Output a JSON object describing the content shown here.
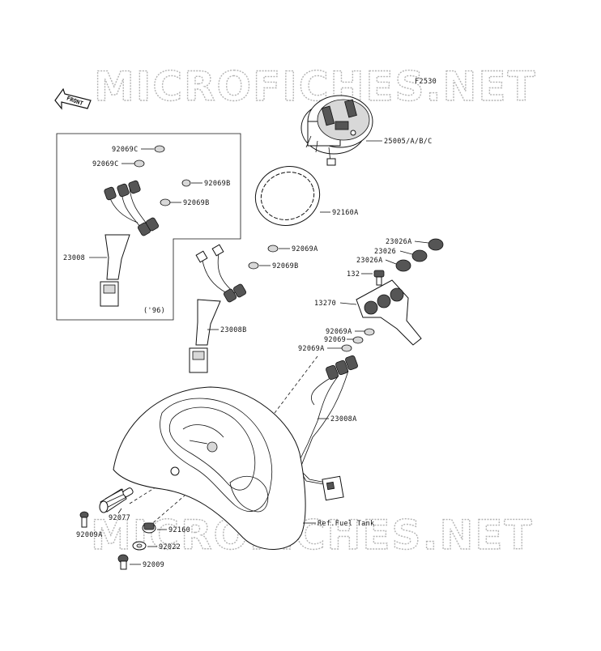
{
  "watermark": "MICROFICHES.NET",
  "diagram_code": "F2530",
  "front_label": "FRONT",
  "inset_note": "('96)",
  "labels": {
    "p92069C_1": "92069C",
    "p92069C_2": "92069C",
    "p92069B_1": "92069B",
    "p92069B_2": "92069B",
    "p23008": "23008",
    "p25005": "25005/A/B/C",
    "p92160A": "92160A",
    "p92069A_1": "92069A",
    "p92069B_3": "92069B",
    "p23008B": "23008B",
    "p23026A_1": "23026A",
    "p23026": "23026",
    "p23026A_2": "23026A",
    "p132": "132",
    "p13270": "13270",
    "p92069A_2": "92069A",
    "p92069": "92069",
    "p92069A_3": "92069A",
    "p23008A": "23008A",
    "p92077": "92077",
    "p92009A": "92009A",
    "p92160": "92160",
    "p92022": "92022",
    "p92009": "92009",
    "ref_fuel_tank": "Ref.Fuel Tank"
  }
}
